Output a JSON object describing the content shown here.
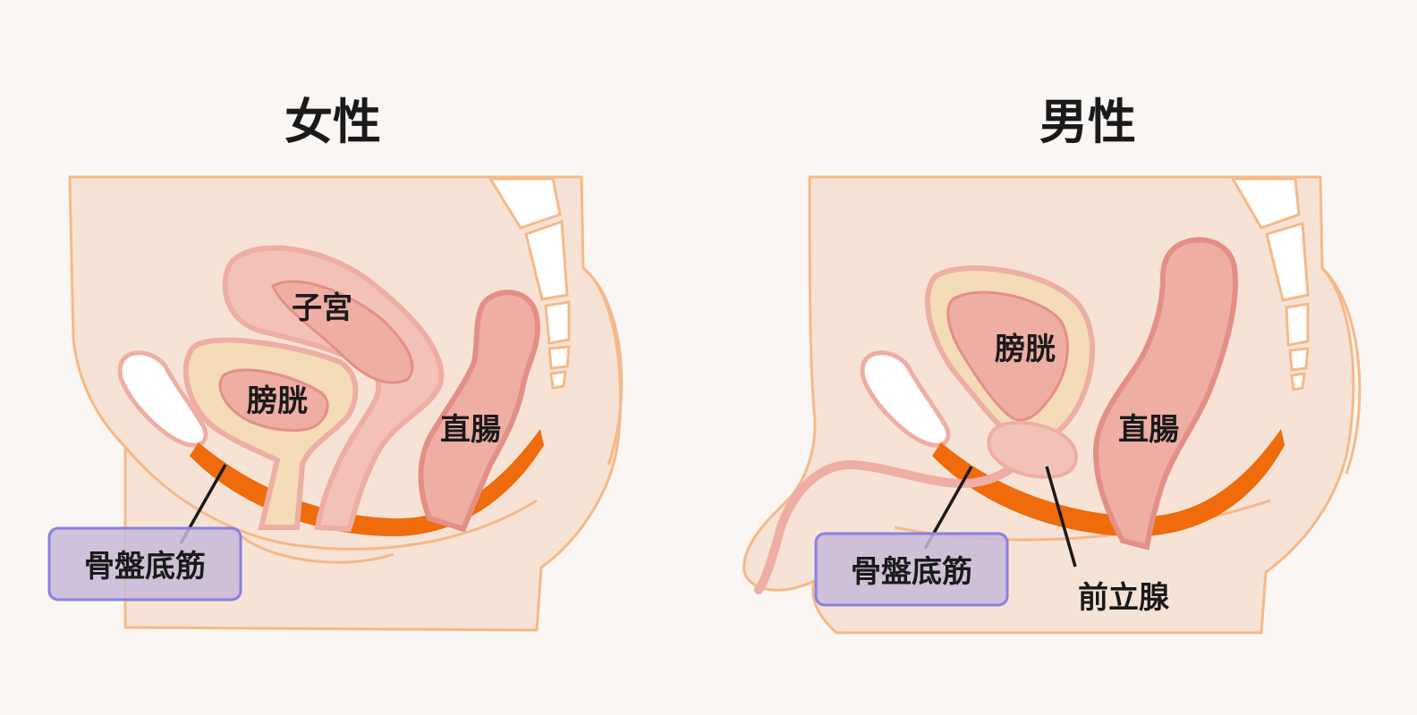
{
  "female": {
    "title": "女性",
    "labels": {
      "uterus": "子宮",
      "bladder": "膀胱",
      "rectum": "直腸",
      "pelvic_floor": "骨盤底筋"
    }
  },
  "male": {
    "title": "男性",
    "labels": {
      "bladder": "膀胱",
      "rectum": "直腸",
      "prostate": "前立腺",
      "pelvic_floor": "骨盤底筋"
    }
  },
  "colors": {
    "background": "#faf6f3",
    "skin_fill": "#f7e3d6",
    "skin_outline": "#f6b989",
    "organ_fill": "#eeaea4",
    "organ_outline": "#e48f86",
    "bladder_outer": "#f3dcb6",
    "bone": "#ffffff",
    "pelvic_floor_muscle": "#ef6b0c",
    "label_box_fill": "#c8b9d8",
    "label_box_border": "#8a7fe0",
    "leader_line": "#1a1a1a"
  }
}
